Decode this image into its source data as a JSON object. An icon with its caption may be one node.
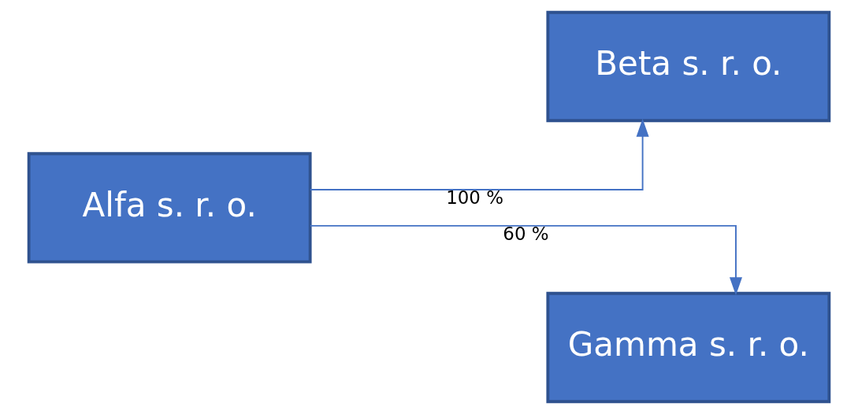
{
  "diagram": {
    "nodes": [
      {
        "text": [
          "Alfa s. r. o."
        ]
      },
      {
        "text": [
          "Beta s. r. o."
        ]
      },
      {
        "text": [
          "Gamma s. r. o."
        ]
      }
    ],
    "edges": [
      {
        "from": 0,
        "to": 1,
        "arrow": "to",
        "label": "100 %"
      },
      {
        "from": 0,
        "to": 2,
        "arrow": "to",
        "label": "60 %"
      }
    ]
  }
}
